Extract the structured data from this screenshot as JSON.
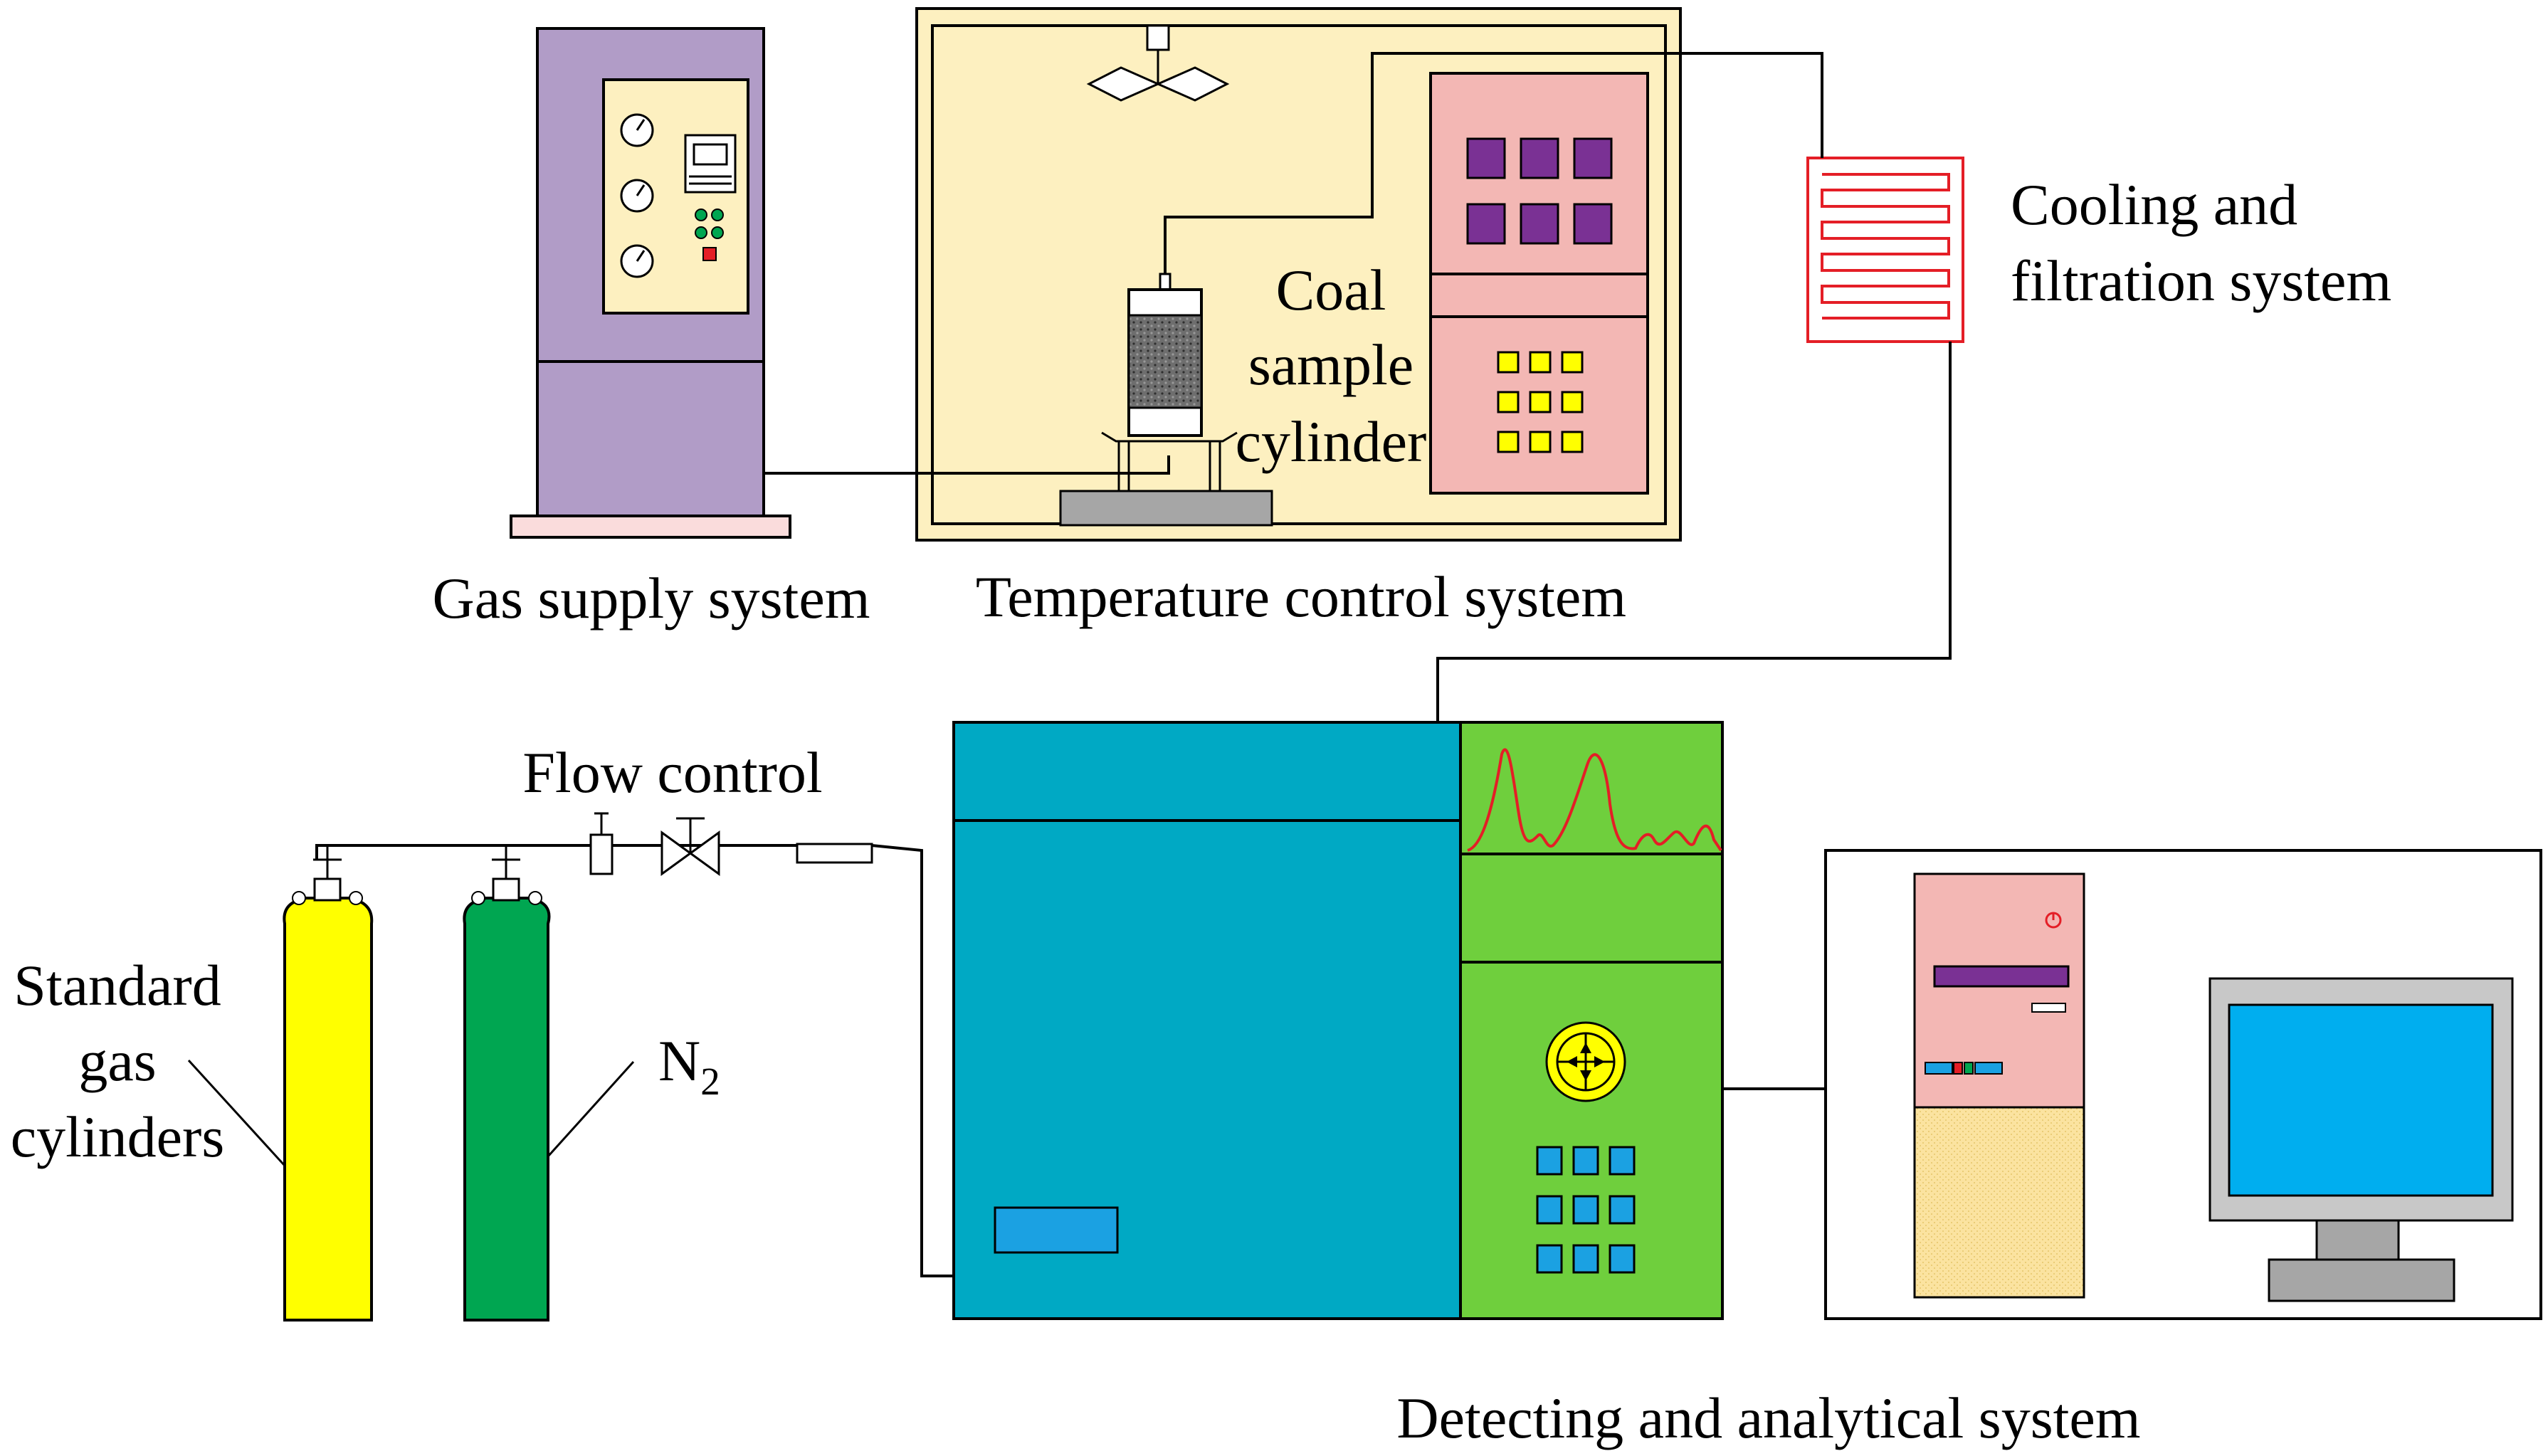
{
  "labels": {
    "gas_supply": "Gas supply system",
    "temperature_control": "Temperature control system",
    "coal_line1": "Coal",
    "coal_line2": "sample",
    "coal_line3": "cylinder",
    "cooling_line1": "Cooling and",
    "cooling_line2": "filtration system",
    "flow_control": "Flow control",
    "standard_line1": "Standard",
    "standard_line2": "gas",
    "standard_line3": "cylinders",
    "n2_main": "N",
    "n2_sub": "2",
    "detecting": "Detecting and analytical system"
  },
  "colors": {
    "gas_cabinet": "#b19cc7",
    "oven_fill": "#fdf0c0",
    "controller_pink": "#f3b7b4",
    "button_purple": "#7a3194",
    "button_yellow": "#ffff00",
    "cooler_red": "#e41e26",
    "cylinder_yellow": "#ffff00",
    "cylinder_green": "#00a651",
    "gc_teal": "#00a9c4",
    "gc_green": "#6fcf3d",
    "key_blue": "#1ba1e2",
    "pc_tower_top": "#f3b7b4",
    "pc_tower_bottom": "#fbe3a0",
    "monitor_screen": "#00aeef",
    "monitor_frame": "#c8c8c8"
  }
}
